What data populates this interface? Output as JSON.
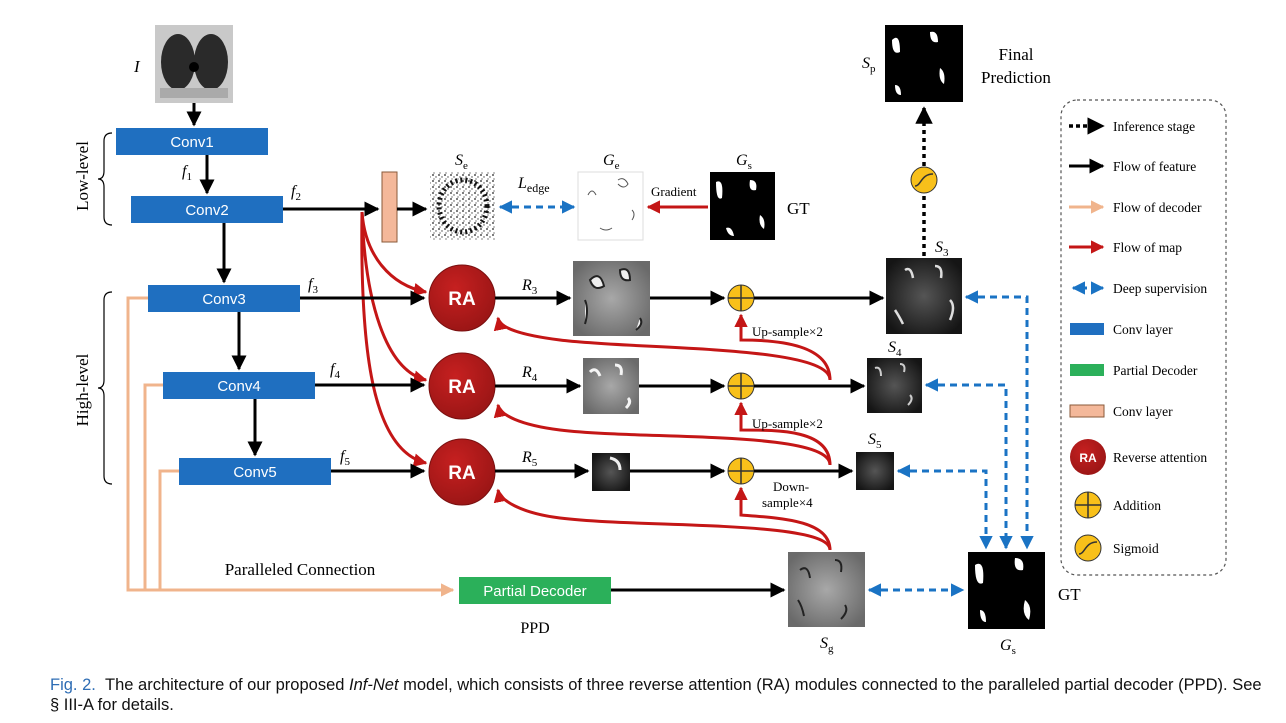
{
  "input": {
    "label": "I"
  },
  "side_labels": {
    "low_level": "Low-level",
    "high_level": "High-level"
  },
  "conv_blocks": {
    "conv1": "Conv1",
    "conv2": "Conv2",
    "conv3": "Conv3",
    "conv4": "Conv4",
    "conv5": "Conv5"
  },
  "features": {
    "f1": {
      "base": "f",
      "sub": "1"
    },
    "f2": {
      "base": "f",
      "sub": "2"
    },
    "f3": {
      "base": "f",
      "sub": "3"
    },
    "f4": {
      "base": "f",
      "sub": "4"
    },
    "f5": {
      "base": "f",
      "sub": "5"
    }
  },
  "ra_label": "RA",
  "ra_outputs": {
    "r3": {
      "base": "R",
      "sub": "3"
    },
    "r4": {
      "base": "R",
      "sub": "4"
    },
    "r5": {
      "base": "R",
      "sub": "5"
    }
  },
  "edge_branch": {
    "se": {
      "base": "S",
      "sub": "e"
    },
    "ge": {
      "base": "G",
      "sub": "e"
    },
    "gs": {
      "base": "G",
      "sub": "s"
    },
    "loss": {
      "base": "L",
      "sub": "edge"
    },
    "gradient": "Gradient",
    "gt": "GT"
  },
  "outputs": {
    "s3": {
      "base": "S",
      "sub": "3"
    },
    "s4": {
      "base": "S",
      "sub": "4"
    },
    "s5": {
      "base": "S",
      "sub": "5"
    },
    "sp": {
      "base": "S",
      "sub": "p"
    },
    "sg": {
      "base": "S",
      "sub": "g"
    },
    "gs_bottom": {
      "base": "G",
      "sub": "s"
    }
  },
  "final_prediction": {
    "line1": "Final",
    "line2": "Prediction"
  },
  "sampling": {
    "up3": "Up-sample×2",
    "up4": "Up-sample×2",
    "down5_line1": "Down-",
    "down5_line2": "sample×4"
  },
  "partial_decoder": {
    "label": "Partial Decoder",
    "abbr": "PPD"
  },
  "paralleled_connection": "Paralleled Connection",
  "gt_bottom": "GT",
  "legend": [
    {
      "label": "Inference stage",
      "icon": "dotted-arrow-icon"
    },
    {
      "label": "Flow of feature",
      "icon": "black-arrow-icon"
    },
    {
      "label": "Flow of decoder",
      "icon": "orange-arrow-icon"
    },
    {
      "label": "Flow of map",
      "icon": "red-arrow-icon"
    },
    {
      "label": "Deep supervision",
      "icon": "blue-dashed-double-arrow-icon"
    },
    {
      "label": "Conv layer",
      "icon": "blue-rect-icon"
    },
    {
      "label": "Partial Decoder",
      "icon": "green-rect-icon"
    },
    {
      "label": "Conv layer",
      "icon": "peach-rect-icon"
    },
    {
      "label": "Reverse attention",
      "icon": "ra-circle-icon"
    },
    {
      "label": "Addition",
      "icon": "addition-icon"
    },
    {
      "label": "Sigmoid",
      "icon": "sigmoid-icon"
    }
  ],
  "caption": {
    "fig": "Fig. 2.",
    "part1": "The architecture of our proposed ",
    "model": "Inf-Net",
    "part2": " model, which consists of three reverse attention (RA) modules connected to the paralleled partial decoder (PPD). See § III-A for details."
  },
  "colors": {
    "conv": "#1f6fc0",
    "decoder": "#2bb05a",
    "peach": "#f4b89a",
    "ra": "#b31b1b",
    "red_arrow": "#c41616",
    "blue_arrow": "#1a73c4",
    "orange_line": "#f0b48c",
    "yellow": "#f8c01a"
  }
}
